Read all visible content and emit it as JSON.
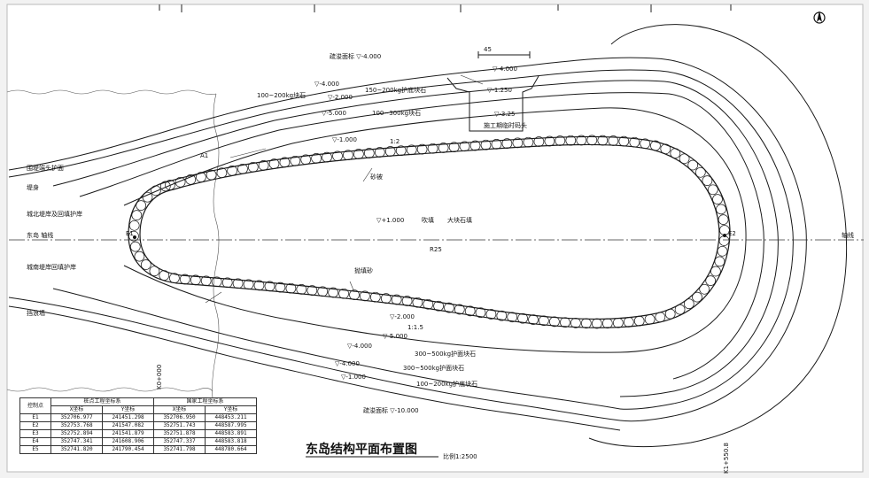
{
  "title": "东岛结构平面布置图",
  "scale": "比例1:2500",
  "north_symbol": "north-arrow",
  "labels": {
    "dredge_top": "疏浚面标 ▽-4.000",
    "dredge_bottom": "疏浚面标 ▽-10.000",
    "elev_n1": "▽-4.000",
    "elev_n2": "▽-2.000",
    "elev_n3": "▽-5.000",
    "elev_n4": "▽-1.000",
    "elev_s1": "▽-2.000",
    "elev_s2": "▽-5.000",
    "elev_s3": "▽-4.000",
    "elev_s4": "▽-4.000",
    "elev_s5": "▽-1.000",
    "elev_notch": "▽-4.000",
    "elev_notch2": "▽-1.250",
    "elev_notch3": "▽-3.25",
    "rock_n1": "150~200kg护底块石",
    "rock_n2": "100~200kg块石",
    "rock_n3": "100~300kg块石",
    "rock_s1": "300~500kg护面块石",
    "rock_s2": "300~500kg护面块石",
    "rock_s3": "100~200kg护底块石",
    "notch_label": "施工期临时码头",
    "dim_45": "45",
    "center_elev": "▽+1.000",
    "center_fill": "吹填",
    "center_sand": "大块石填",
    "center_dim": "R25",
    "belt_n": "砂被",
    "belt_s": "抛填砂",
    "west_a": "围堤端头护面",
    "west_b": "堤身",
    "west_c": "城北堤岸及回填护岸",
    "west_d": "城南堤岸回填护岸",
    "west_e": "挡浪墙",
    "west_f": "东岛 轴线",
    "east_axis": "轴线",
    "edge_l1": "1:2",
    "edge_l2": "1:1.5",
    "edge_l3": "A1",
    "marker_left": "E1",
    "marker_right": "E2",
    "vertical_note": "K0+000",
    "vertical_note2": "K1+550.8"
  },
  "table": {
    "headers": [
      "控制点",
      "桩点工程坐标系",
      "",
      "国家工程坐标系",
      ""
    ],
    "subheaders": [
      "",
      "X坐标",
      "Y坐标",
      "X坐标",
      "Y坐标"
    ],
    "rows": [
      [
        "E1",
        "352706.977",
        "241451.298",
        "352706.950",
        "448453.211"
      ],
      [
        "E2",
        "352753.768",
        "241547.082",
        "352751.743",
        "448587.995"
      ],
      [
        "E3",
        "352752.894",
        "241541.879",
        "352751.878",
        "448583.891"
      ],
      [
        "E4",
        "352747.341",
        "241608.906",
        "352747.337",
        "448583.818"
      ],
      [
        "E5",
        "352741.820",
        "241790.454",
        "352741.798",
        "448780.664"
      ]
    ]
  },
  "colors": {
    "line": "#1a1a1a",
    "paper": "#ffffff",
    "frame": "#f2f2f2"
  }
}
